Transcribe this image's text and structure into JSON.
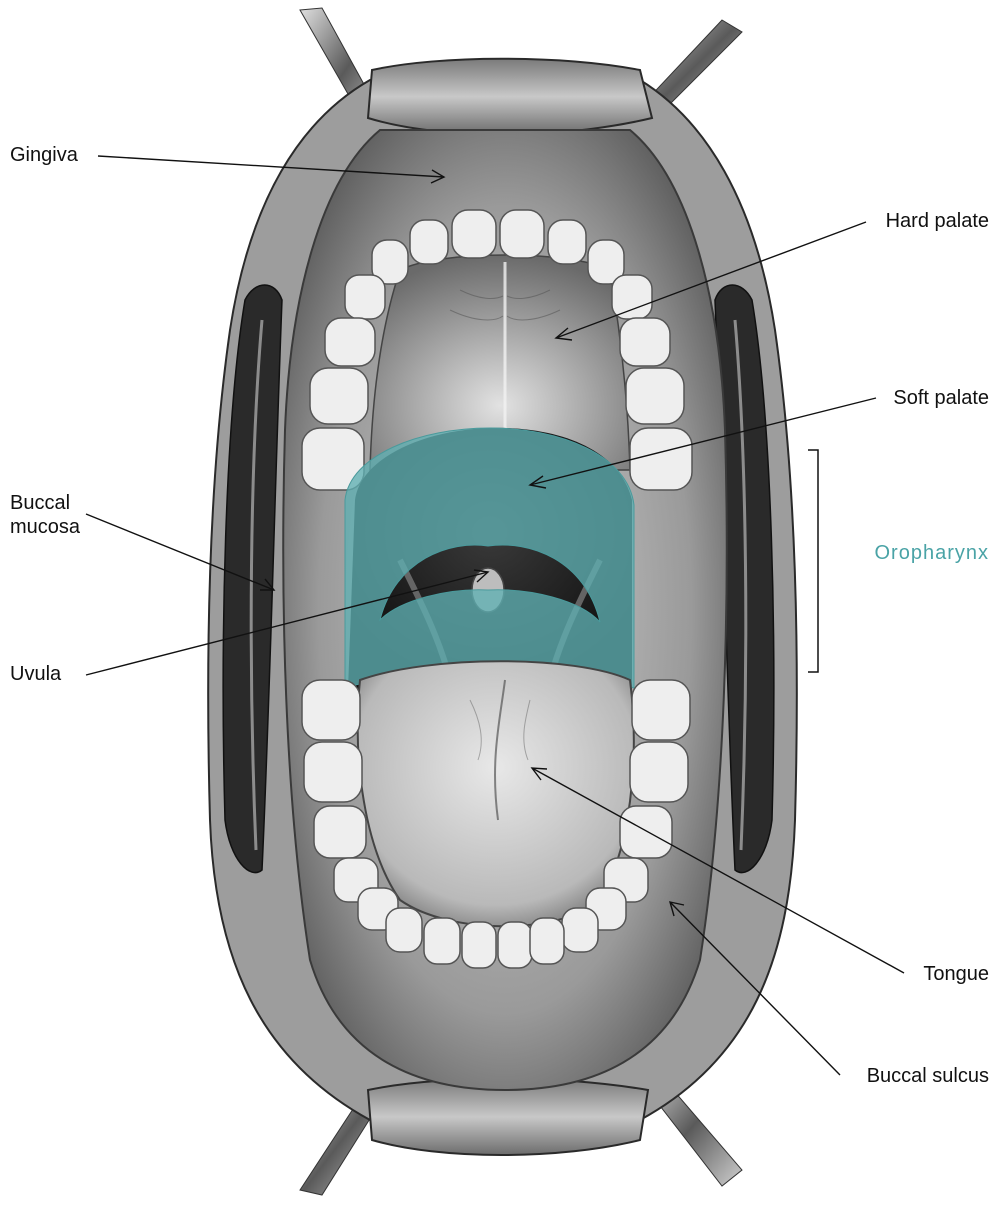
{
  "labels": {
    "gingiva": "Gingiva",
    "hard_palate": "Hard palate",
    "soft_palate": "Soft palate",
    "buccal_mucosa_line1": "Buccal",
    "buccal_mucosa_line2": "mucosa",
    "oropharynx": "Oropharynx",
    "uvula": "Uvula",
    "tongue": "Tongue",
    "buccal_sulcus": "Buccal sulcus"
  },
  "colors": {
    "highlight": "#5fb0b2",
    "highlight_text": "#4aa3a6",
    "tissue_dark": "#3a3a3a",
    "tissue_mid": "#8a8a8a",
    "tissue_light": "#d8d8d8",
    "tooth": "#ececec",
    "leader": "#111111"
  },
  "highlighted_region": "Oropharynx"
}
